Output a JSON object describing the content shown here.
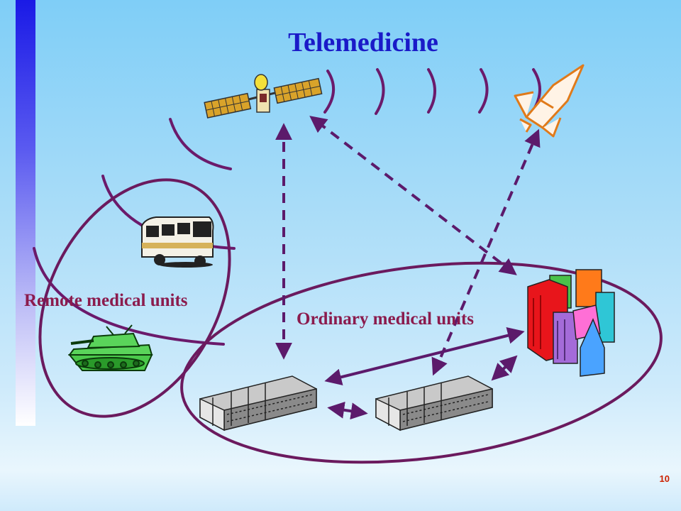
{
  "slide": {
    "title": "Telemedicine",
    "page_number": "10"
  },
  "labels": {
    "remote": "Remote medical units",
    "ordinary": "Ordinary medical units"
  },
  "nodes": [
    {
      "id": "satellite",
      "icon": "satellite-icon"
    },
    {
      "id": "space-shuttle",
      "icon": "space-shuttle-icon"
    },
    {
      "id": "bus",
      "icon": "bus-icon"
    },
    {
      "id": "tank",
      "icon": "tank-icon"
    },
    {
      "id": "hospital-1",
      "icon": "hospital-building-icon"
    },
    {
      "id": "hospital-2",
      "icon": "hospital-building-icon"
    },
    {
      "id": "city",
      "icon": "city-buildings-icon"
    }
  ],
  "connections": [
    {
      "from": "hospital-1",
      "to": "satellite",
      "style": "dashed",
      "arrow": "both"
    },
    {
      "from": "city",
      "to": "satellite",
      "style": "dashed",
      "arrow": "both"
    },
    {
      "from": "hospital-2",
      "to": "space-shuttle",
      "style": "dashed",
      "arrow": "both"
    },
    {
      "from": "hospital-1",
      "to": "city",
      "style": "solid",
      "arrow": "both"
    },
    {
      "from": "hospital-1",
      "to": "hospital-2",
      "style": "solid",
      "arrow": "both"
    },
    {
      "from": "hospital-2",
      "to": "city",
      "style": "solid",
      "arrow": "both"
    }
  ],
  "colors": {
    "line": "#5c1a6b",
    "ellipse": "#6b1a5e",
    "title": "#1a1ac8",
    "label": "#8b1b4d",
    "page_number": "#cc2200"
  }
}
